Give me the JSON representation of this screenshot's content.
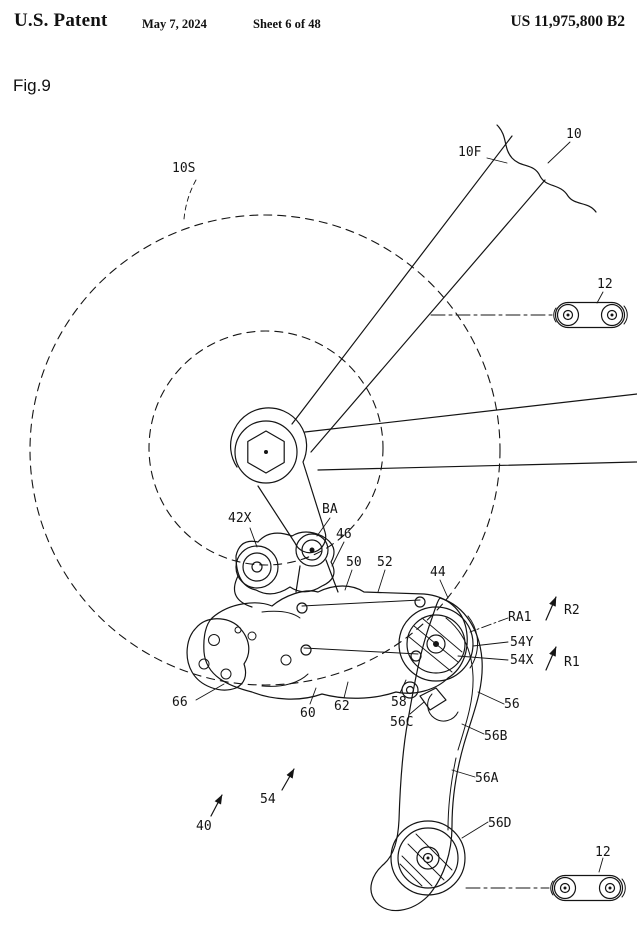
{
  "header": {
    "title": "U.S. Patent",
    "date": "May 7, 2024",
    "sheet": "Sheet 6 of 48",
    "patent_number": "US 11,975,800 B2"
  },
  "figure": {
    "label": "Fig.9"
  },
  "colors": {
    "ink": "#141414",
    "paper": "#ffffff"
  },
  "drawing": {
    "refs": {
      "r10s": "10S",
      "r10f": "10F",
      "r10": "10",
      "r12_top": "12",
      "r42x": "42X",
      "rba": "BA",
      "r46": "46",
      "r50": "50",
      "r52": "52",
      "r44": "44",
      "rra1": "RA1",
      "rr2": "R2",
      "r54y": "54Y",
      "r54x": "54X",
      "rr1": "R1",
      "r66": "66",
      "r60": "60",
      "r62": "62",
      "r58": "58",
      "r56c": "56C",
      "r56": "56",
      "r56b": "56B",
      "r56a": "56A",
      "r56d": "56D",
      "r54": "54",
      "r40": "40",
      "r12_bottom": "12"
    }
  }
}
